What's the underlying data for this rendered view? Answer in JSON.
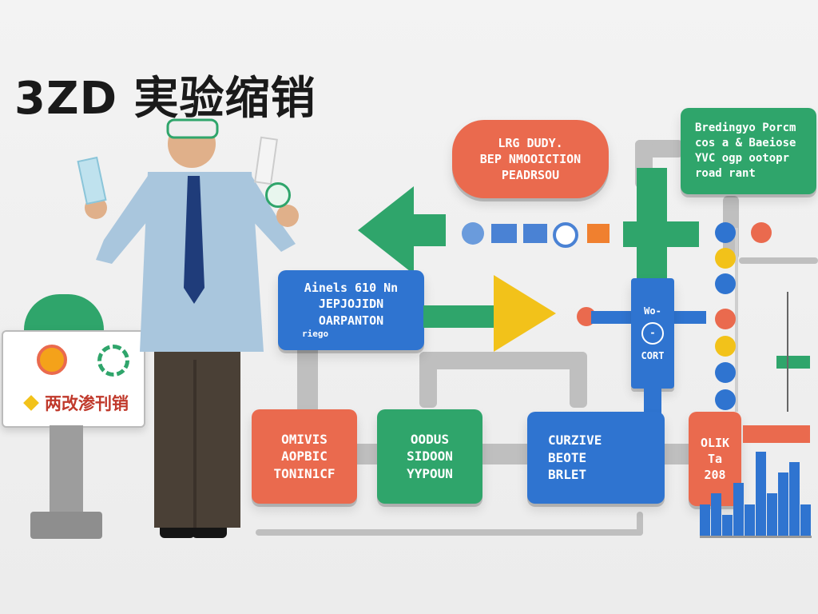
{
  "title": "3ZD 実验缩销",
  "colors": {
    "red": "#ea6a4e",
    "green": "#2fa56b",
    "blue": "#2f74d0",
    "yellow": "#f2c21a",
    "grey": "#bfbfbf"
  },
  "sign": {
    "label": "两改渗刊销"
  },
  "top_red_box": {
    "lines": [
      "LRG DUDY.",
      "BEP NMOOICTION",
      "PEADRSOU"
    ]
  },
  "top_green_box": {
    "lines": [
      "Bredingyo Porcm",
      "cos a & Baeiose",
      "YVC ogp ootopr",
      "road rant"
    ]
  },
  "mid_blue_box": {
    "lines": [
      "Ainels 610 Nn",
      "JEPJOJIDN",
      "OARPANTON",
      "riego"
    ]
  },
  "valve": {
    "top": "Wo-",
    "mid": "-",
    "bottom": "CORT"
  },
  "bottom_boxes": [
    {
      "lines": [
        "OMIVIS",
        "AOPBIC",
        "TONIN1CF"
      ]
    },
    {
      "lines": [
        "OODUS",
        "SIDOON",
        "YYPOUN"
      ]
    },
    {
      "lines": [
        "CURZIVE",
        "BEOTE",
        "BRLET"
      ]
    }
  ],
  "right_red_box": {
    "lines": [
      "OLIK",
      "Ta",
      "208"
    ]
  },
  "chart_data": {
    "type": "bar",
    "values": [
      3,
      4,
      2,
      5,
      3,
      8,
      4,
      6,
      7,
      3
    ]
  }
}
